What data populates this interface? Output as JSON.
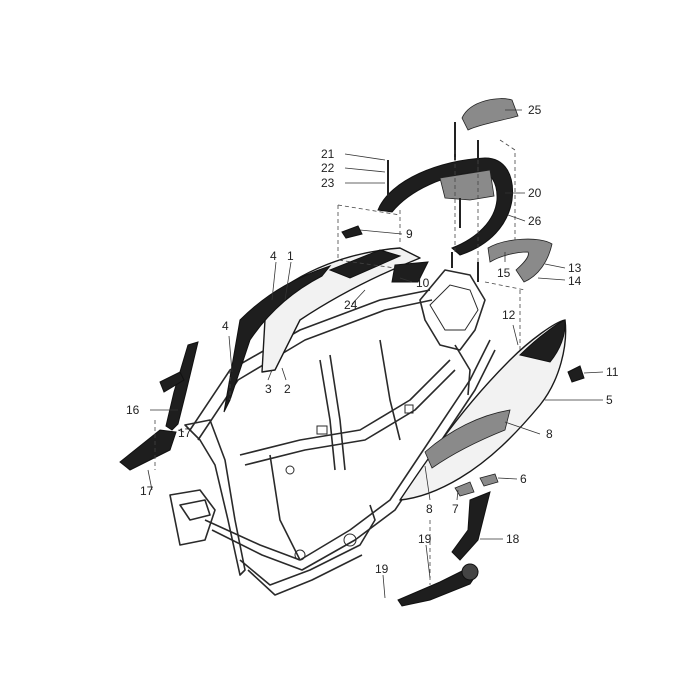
{
  "diagram": {
    "callouts": [
      {
        "id": "c25",
        "text": "25"
      },
      {
        "id": "c21",
        "text": "21"
      },
      {
        "id": "c22",
        "text": "22"
      },
      {
        "id": "c23",
        "text": "23"
      },
      {
        "id": "c20",
        "text": "20"
      },
      {
        "id": "c26",
        "text": "26"
      },
      {
        "id": "c9",
        "text": "9"
      },
      {
        "id": "c4a",
        "text": "4"
      },
      {
        "id": "c1",
        "text": "1"
      },
      {
        "id": "c15",
        "text": "15"
      },
      {
        "id": "c13",
        "text": "13"
      },
      {
        "id": "c14",
        "text": "14"
      },
      {
        "id": "c10",
        "text": "10"
      },
      {
        "id": "c24",
        "text": "24"
      },
      {
        "id": "c12",
        "text": "12"
      },
      {
        "id": "c4b",
        "text": "4"
      },
      {
        "id": "c3",
        "text": "3"
      },
      {
        "id": "c2",
        "text": "2"
      },
      {
        "id": "c11",
        "text": "11"
      },
      {
        "id": "c5",
        "text": "5"
      },
      {
        "id": "c16",
        "text": "16"
      },
      {
        "id": "c8a",
        "text": "8"
      },
      {
        "id": "c17a",
        "text": "17"
      },
      {
        "id": "c6",
        "text": "6"
      },
      {
        "id": "c17b",
        "text": "17"
      },
      {
        "id": "c8b",
        "text": "8"
      },
      {
        "id": "c7",
        "text": "7"
      },
      {
        "id": "c19a",
        "text": "19"
      },
      {
        "id": "c18",
        "text": "18"
      },
      {
        "id": "c19b",
        "text": "19"
      }
    ]
  }
}
